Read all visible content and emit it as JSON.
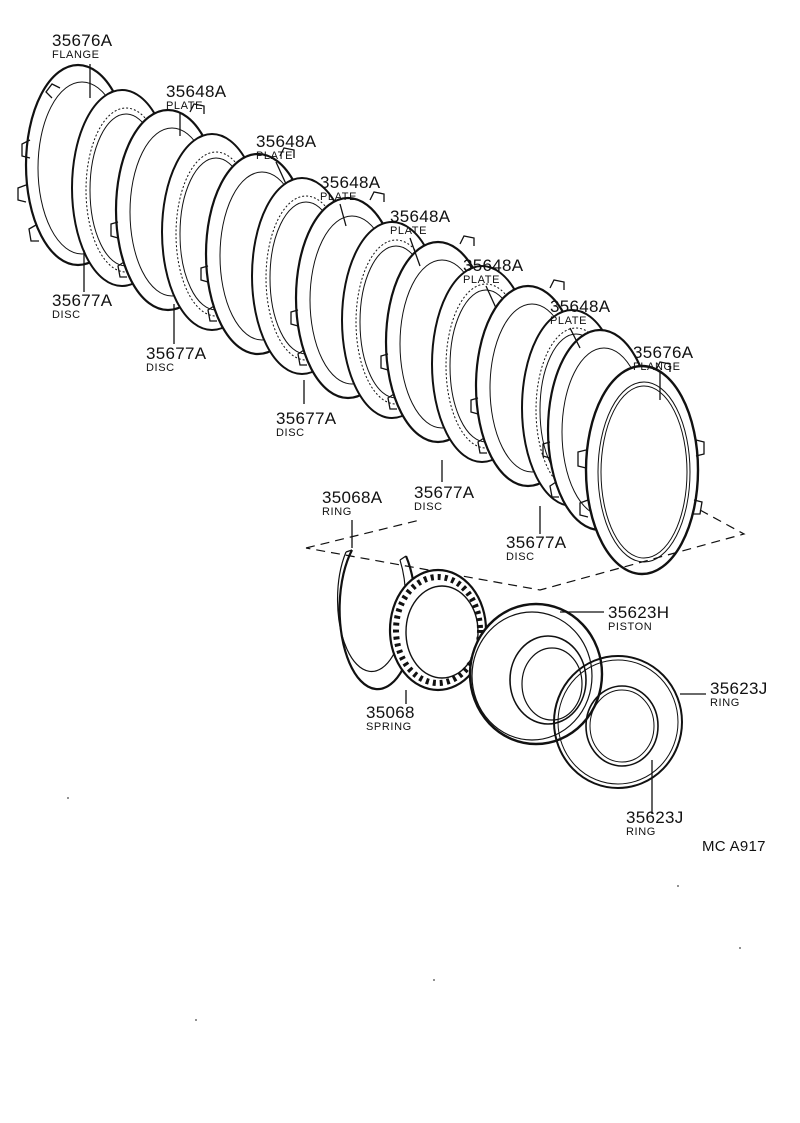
{
  "diagram": {
    "code": "MC  A917",
    "callouts": {
      "flange_top": {
        "part_no": "35676A",
        "name": "FLANGE"
      },
      "plate_1": {
        "part_no": "35648A",
        "name": "PLATE"
      },
      "plate_2": {
        "part_no": "35648A",
        "name": "PLATE"
      },
      "plate_3": {
        "part_no": "35648A",
        "name": "PLATE"
      },
      "plate_4": {
        "part_no": "35648A",
        "name": "PLATE"
      },
      "plate_5": {
        "part_no": "35648A",
        "name": "PLATE"
      },
      "plate_6": {
        "part_no": "35648A",
        "name": "PLATE"
      },
      "flange_bottom": {
        "part_no": "35676A",
        "name": "FLANGE"
      },
      "disc_1": {
        "part_no": "35677A",
        "name": "DISC"
      },
      "disc_2": {
        "part_no": "35677A",
        "name": "DISC"
      },
      "disc_3": {
        "part_no": "35677A",
        "name": "DISC"
      },
      "disc_4": {
        "part_no": "35677A",
        "name": "DISC"
      },
      "disc_5": {
        "part_no": "35677A",
        "name": "DISC"
      },
      "snap_ring": {
        "part_no": "35068A",
        "name": "RING"
      },
      "spring": {
        "part_no": "35068",
        "name": "SPRING"
      },
      "piston": {
        "part_no": "35623H",
        "name": "PISTON"
      },
      "outer_ring": {
        "part_no": "35623J",
        "name": "RING"
      },
      "inner_ring": {
        "part_no": "35623J",
        "name": "RING"
      }
    }
  }
}
